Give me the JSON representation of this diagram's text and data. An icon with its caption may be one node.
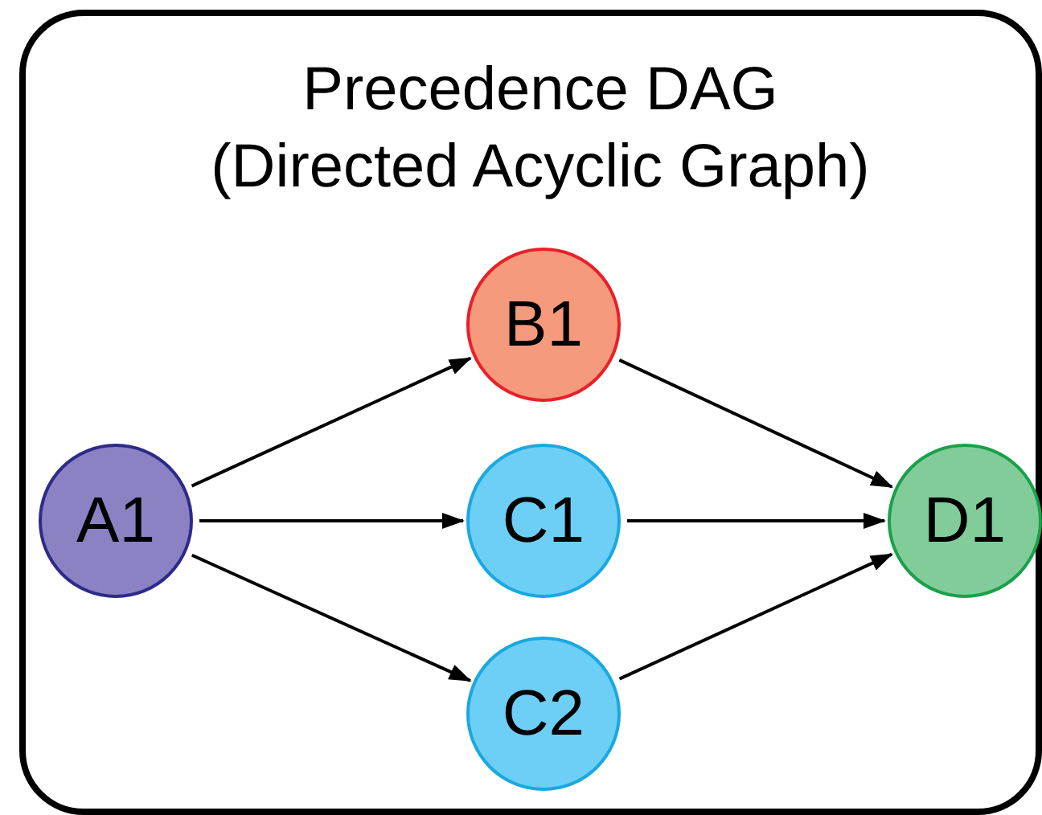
{
  "diagram": {
    "nodes": [
      {
        "text": [
          "Precedence DAG",
          "(Directed Acyclic Graph)"
        ]
      },
      {
        "text": [
          "A1"
        ],
        "in": 0
      },
      {
        "text": [
          "B1"
        ],
        "in": 0
      },
      {
        "text": [
          "C1"
        ],
        "in": 0
      },
      {
        "text": [
          "C2"
        ],
        "in": 0
      },
      {
        "text": [
          "D1"
        ],
        "in": 0
      }
    ],
    "edges": [
      {
        "from": 1,
        "to": 2,
        "arrow": "to"
      },
      {
        "from": 1,
        "to": 3,
        "arrow": "to"
      },
      {
        "from": 1,
        "to": 4,
        "arrow": "to"
      },
      {
        "from": 2,
        "to": 5,
        "arrow": "to"
      },
      {
        "from": 3,
        "to": 5,
        "arrow": "to"
      },
      {
        "from": 4,
        "to": 5,
        "arrow": "to"
      }
    ]
  }
}
